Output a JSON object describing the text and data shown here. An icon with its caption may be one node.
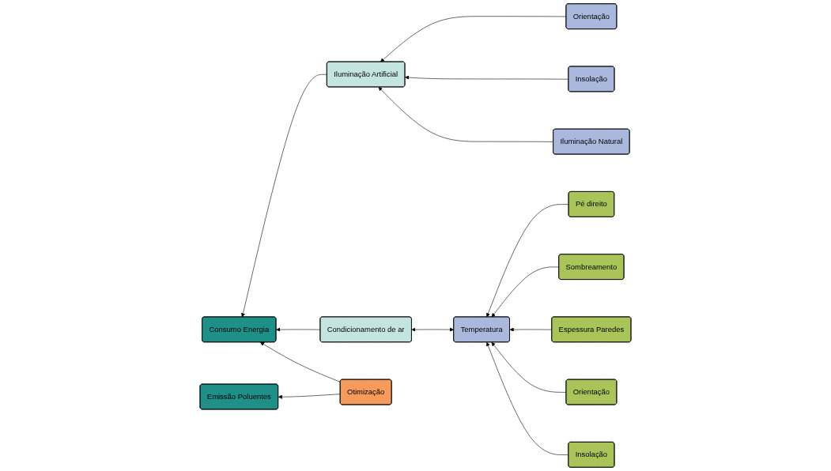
{
  "diagram": {
    "nodes": [
      {
        "text": [
          "Otimização"
        ]
      },
      {
        "text": [
          "Consumo Energia"
        ]
      },
      {
        "text": [
          "Emissão Poluentes"
        ]
      },
      {
        "text": [
          "Condicionamento de ar"
        ]
      },
      {
        "text": [
          "Iluminação Artificial"
        ]
      },
      {
        "text": [
          "Temperatura"
        ]
      },
      {
        "text": [
          "Iluminação Natural"
        ]
      },
      {
        "text": [
          "Insolação"
        ]
      },
      {
        "text": [
          "Orientação"
        ]
      },
      {
        "text": [
          "Insolação"
        ]
      },
      {
        "text": [
          "Orientação"
        ]
      },
      {
        "text": [
          "Espessura Paredes"
        ]
      },
      {
        "text": [
          "Sombreamento"
        ]
      },
      {
        "text": [
          "Pé direito"
        ]
      }
    ],
    "edges": [
      {
        "from": 0,
        "to": 1,
        "arrow": "to"
      },
      {
        "from": 0,
        "to": 2,
        "arrow": "to"
      },
      {
        "from": 3,
        "to": 1,
        "arrow": "to"
      },
      {
        "from": 4,
        "to": 1,
        "arrow": "to"
      },
      {
        "from": 3,
        "to": 5,
        "arrow": "both"
      },
      {
        "from": 9,
        "to": 5,
        "arrow": "to"
      },
      {
        "from": 10,
        "to": 5,
        "arrow": "to"
      },
      {
        "from": 11,
        "to": 5,
        "arrow": "to"
      },
      {
        "from": 12,
        "to": 5,
        "arrow": "to"
      },
      {
        "from": 13,
        "to": 5,
        "arrow": "to"
      },
      {
        "from": 6,
        "to": 4,
        "arrow": "to"
      },
      {
        "from": 7,
        "to": 4,
        "arrow": "to"
      },
      {
        "from": 8,
        "to": 4,
        "arrow": "to"
      }
    ]
  }
}
